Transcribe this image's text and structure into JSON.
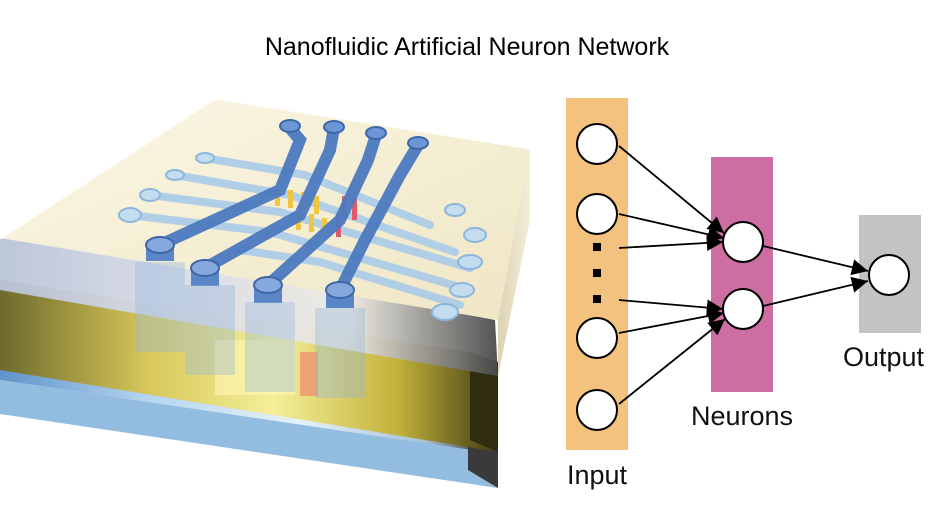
{
  "title": "Nanofluidic Artificial Neuron Network",
  "layers": {
    "input": {
      "label": "Input",
      "color": "#f2c27e"
    },
    "neurons": {
      "label": "Neurons",
      "color": "#cd6ea3"
    },
    "output": {
      "label": "Output",
      "color": "#c3c3c3"
    }
  },
  "ellipsis": "⋮",
  "device": {
    "illustration": "nanofluidic-chip",
    "channel_color": "#5a86c8",
    "glass_color": "#f6efd2",
    "gold_layer_color": "#c9b43a",
    "substrate_color": "#9ec7e6"
  }
}
